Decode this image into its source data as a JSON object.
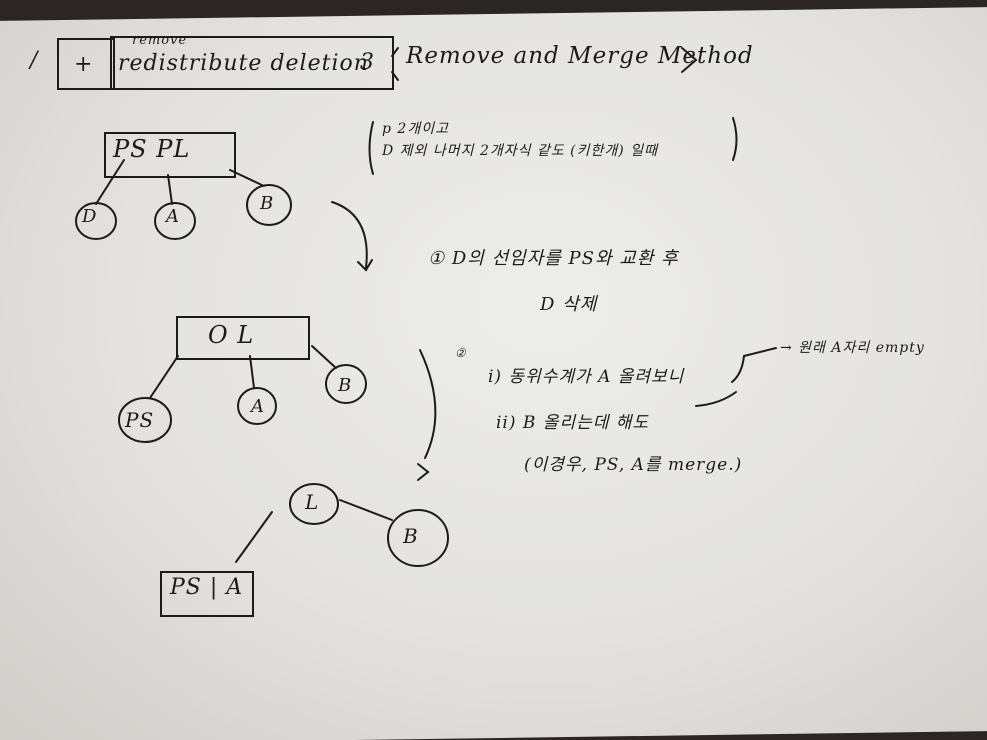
{
  "header": {
    "slash": "/",
    "symbol": "+",
    "insert": "remove",
    "title": "redistribute deletion",
    "number": "3",
    "method": "Remove and Merge Method"
  },
  "note": {
    "line1": "p 2개이고",
    "line2": "D 제외 나머지 2개자식 같도 (키한개) 일때"
  },
  "tree1": {
    "node": "PS  PL",
    "c1": "D",
    "c2": "A",
    "c3": "B"
  },
  "step1": {
    "line1": "① D의 선임자를 PS와 교환 후",
    "line2": "D 삭제"
  },
  "tree2": {
    "node": "O   L",
    "c1": "PS",
    "c2": "A",
    "c3": "B"
  },
  "step2": {
    "marker": "②",
    "line1": "i) 동위수계가 A 올려보니",
    "side": "→ 원래 A자리 empty",
    "line2": "ii) B 올리는데 해도",
    "line3": "(이경우, PS, A를 merge.)"
  },
  "tree3": {
    "root": "L",
    "right": "B",
    "leaf": "PS | A"
  }
}
